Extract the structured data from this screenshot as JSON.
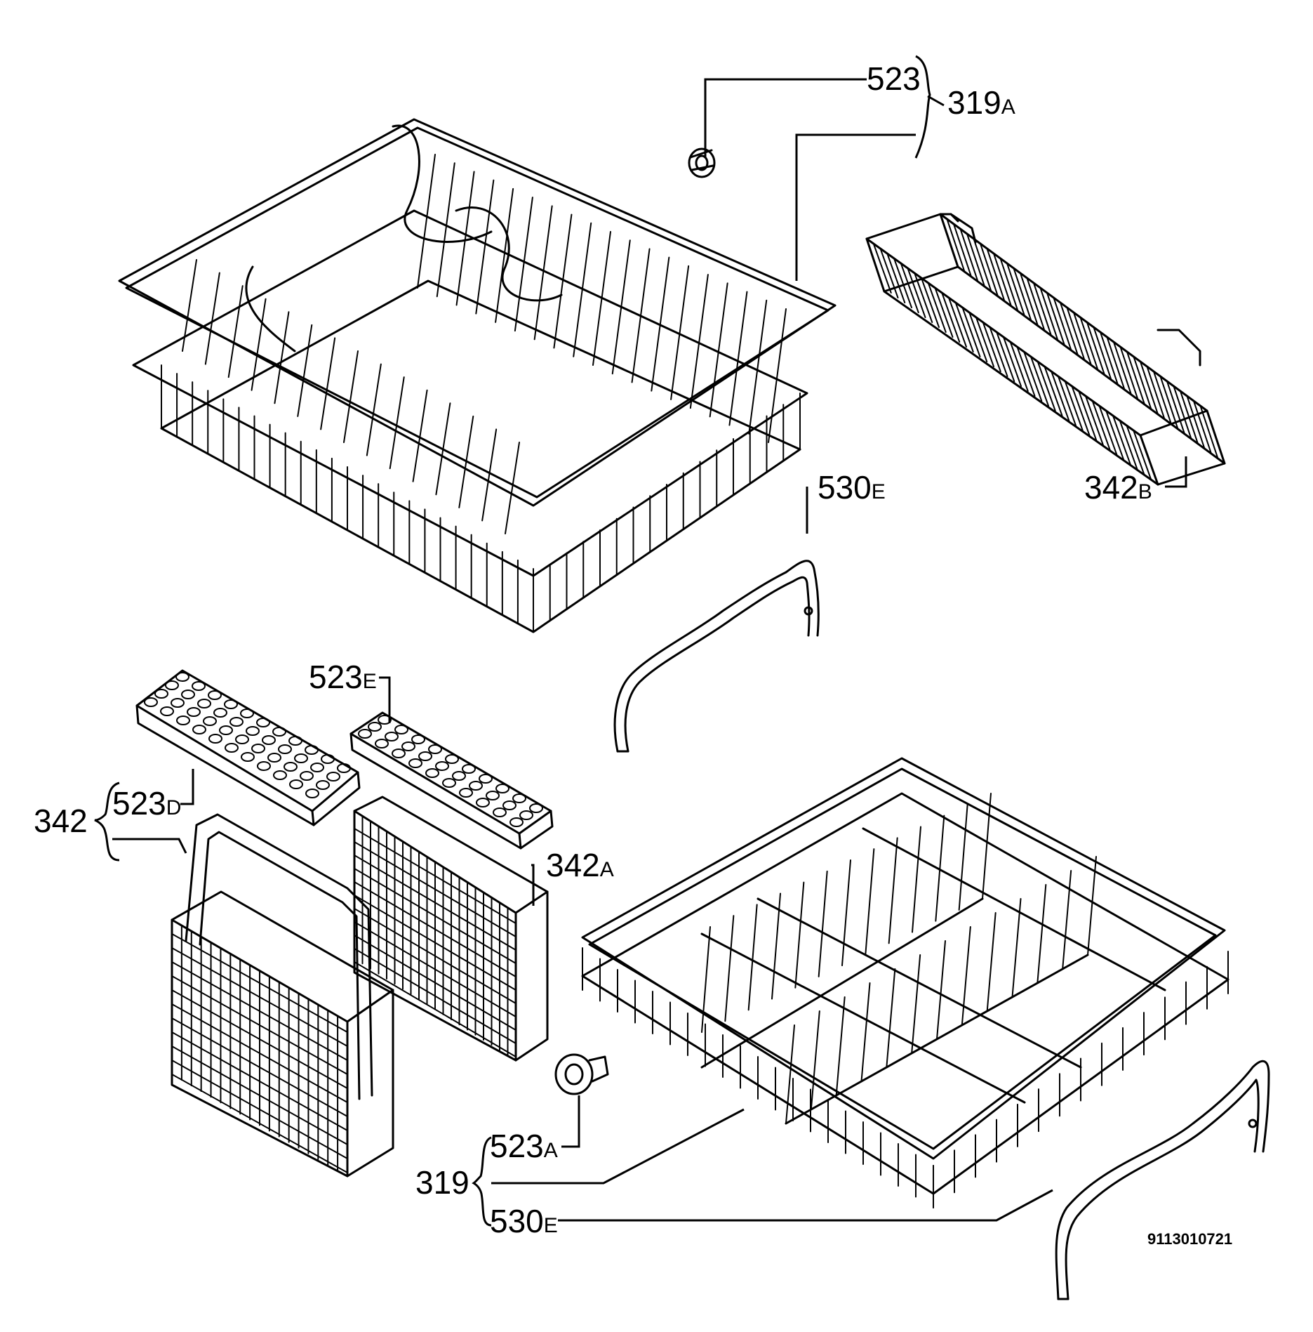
{
  "labels": {
    "l523": {
      "num": "523",
      "suf": ""
    },
    "l319A": {
      "num": "319",
      "suf": "A"
    },
    "l342B": {
      "num": "342",
      "suf": "B"
    },
    "l530E_top": {
      "num": "530",
      "suf": "E"
    },
    "l523E": {
      "num": "523",
      "suf": "E"
    },
    "l523D": {
      "num": "523",
      "suf": "D"
    },
    "l342": {
      "num": "342",
      "suf": ""
    },
    "l342A": {
      "num": "342",
      "suf": "A"
    },
    "l523A": {
      "num": "523",
      "suf": "A"
    },
    "l319": {
      "num": "319",
      "suf": ""
    },
    "l530E_bot": {
      "num": "530",
      "suf": "E"
    }
  },
  "reference_number": "9113010721"
}
